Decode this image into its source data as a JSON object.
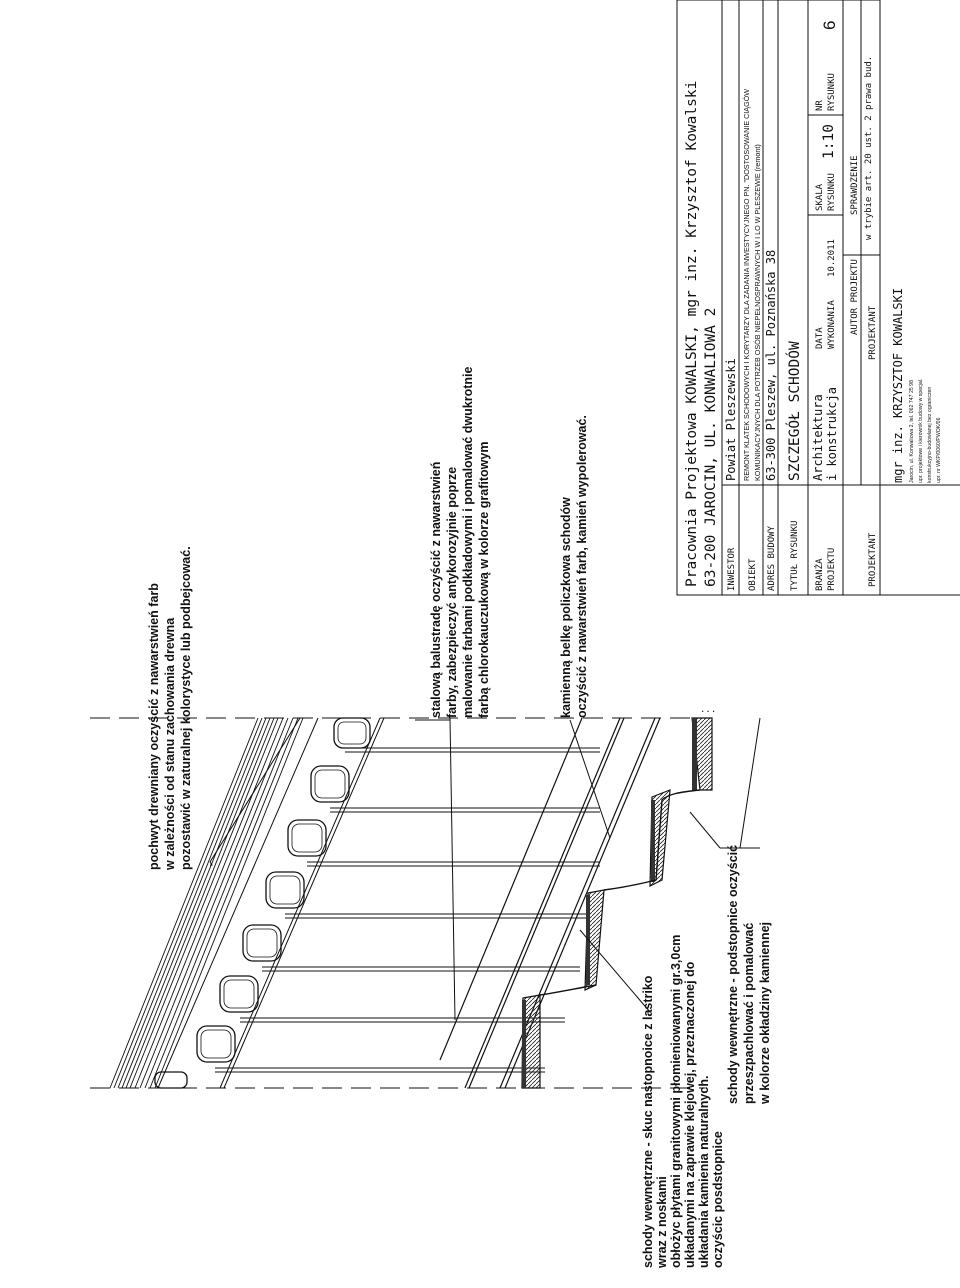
{
  "notes": {
    "handrail": [
      "pochwyt drewniany oczyścić z nawarstwień farb",
      "w zależności od stanu zachowania drewna",
      "pozostawić w zaturalnej kolorystyce lub podbejcować."
    ],
    "balustrade": [
      "stalową balustradę oczyścić z nawarstwień",
      "farby, zabezpieczyć antykorozyjnie poprze",
      "malowanie farbami podkładowymi i pomalować dwukrotnie",
      "farbą chlorokauczukową w kolorze grafitowym"
    ],
    "stringer": [
      "kamienną belkę policzkowa schodów",
      "oczyścić  z nawarstwień farb, kamień wypolerować."
    ],
    "treads": [
      "schody wewnętrzne - skuc nastopnoice z lastriko",
      "wraz z noskami",
      "obłożyc płytami granitowymi płomieniowanymi gr.3,0cm",
      "układanymi na zaprawie klejowej, przeznaczonej do",
      "układania kamienia naturalnych.",
      "oczyścic posdstopnice"
    ],
    "risers": [
      "schody wewnętrzne - podstopnice oczyścić",
      "przeszpachlować i pomalować",
      "w kolorze okładziny kamiennej"
    ]
  },
  "title_block": {
    "office_line1": "Pracownia Projektowa KOWALSKI, mgr inz. Krzysztof Kowalski",
    "office_line2": "63-200 JAROCIN, UL. KONWALIOWA 2",
    "investor_label": "INWESTOR",
    "investor_value": "Powiat Pleszewski",
    "object_label": "OBIEKT",
    "object_line1": "REMONT KLATEK SCHODOWYCH I KORYTARZY DLA ZADANIA INWESTYCYJNEGO PN. \"DOSTOSOWANIE CIĄGÓW",
    "object_line2": "KOMUNIKACYJNYCH DLA POTRZEB OSÓB NIEPEŁNOSPRAWNYCH W I LO W PLESZEWIE (remont)",
    "address_label": "ADRES BUDOWY",
    "address_value": "63-300 Pleszew, ul. Poznańska 38",
    "drawing_title_label": "TYTUŁ RYSUNKU",
    "drawing_title_value": "SZCZEGÓŁ SCHODÓW",
    "branch_label1": "BRANŻA",
    "branch_label2": "PROJEKTU",
    "branch_value1": "Architektura",
    "branch_value2": "i konstrukcja",
    "date_label1": "DATA",
    "date_label2": "WYKONANIA",
    "date_value": "10.2011",
    "scale_label1": "SKALA",
    "scale_label2": "RYSUNKU",
    "scale_value": "1:10",
    "number_label1": "NR",
    "number_label2": "RYSUNKU",
    "number_value": "6",
    "author_label": "AUTOR PROJEKTU",
    "designer_label_left": "PROJEKTANT",
    "designer_label_right": "PROJEKTANT",
    "checked_label": "SPRAWDZENIE",
    "checked_value": "w trybie art. 20 ust. 2 prawa bud.",
    "stamp_name": "mgr inz. KRZYSZTOF KOWALSKI",
    "stamp_line1": "Jarocin, ul. Konwaliowa 2, tel. 062 747 25 98",
    "stamp_line2": "upr. projektowe i kierownik budowy w specjal.",
    "stamp_line3": "konstrukcyjno-budowlanej bez ograniczen",
    "stamp_line4": "upr. nr WKP/0060/PWOK/06"
  }
}
